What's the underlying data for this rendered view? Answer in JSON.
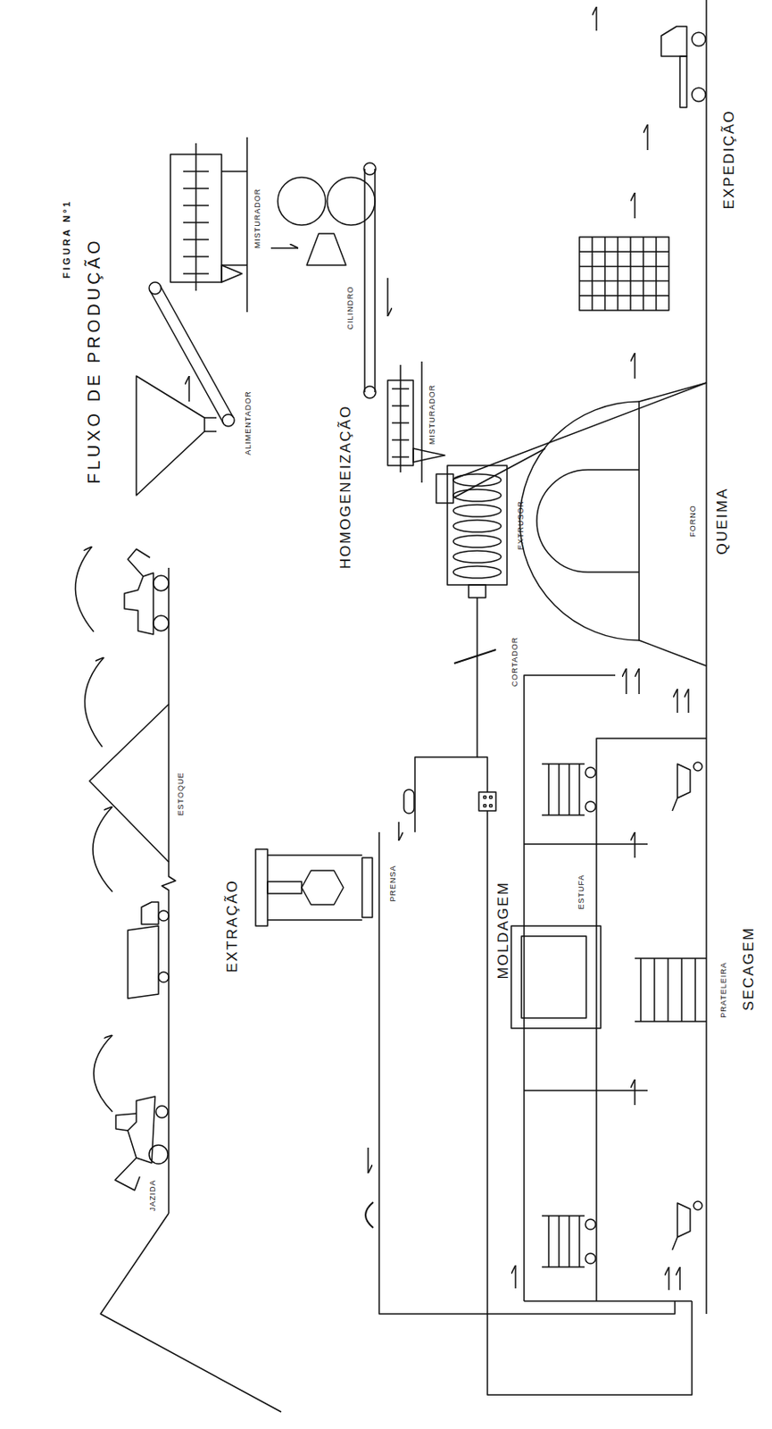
{
  "diagram": {
    "title": "FLUXO DE PRODUÇÃO",
    "labels": [
      "FIGURA Nº1",
      "EXTRAÇÃO",
      "JAZIDA",
      "ESTOQUE",
      "ALIMENTADOR",
      "MISTURADOR",
      "HOMOGENEIZAÇÃO",
      "CILINDRO",
      "MISTURADOR",
      "EXTRUSOR",
      "CORTADOR",
      "PRENSA",
      "MOLDAGEM",
      "ESTUFA",
      "PRATELEIRA",
      "SECAGEM",
      "FORNO",
      "QUEIMA",
      "EXPEDIÇÃO"
    ]
  }
}
